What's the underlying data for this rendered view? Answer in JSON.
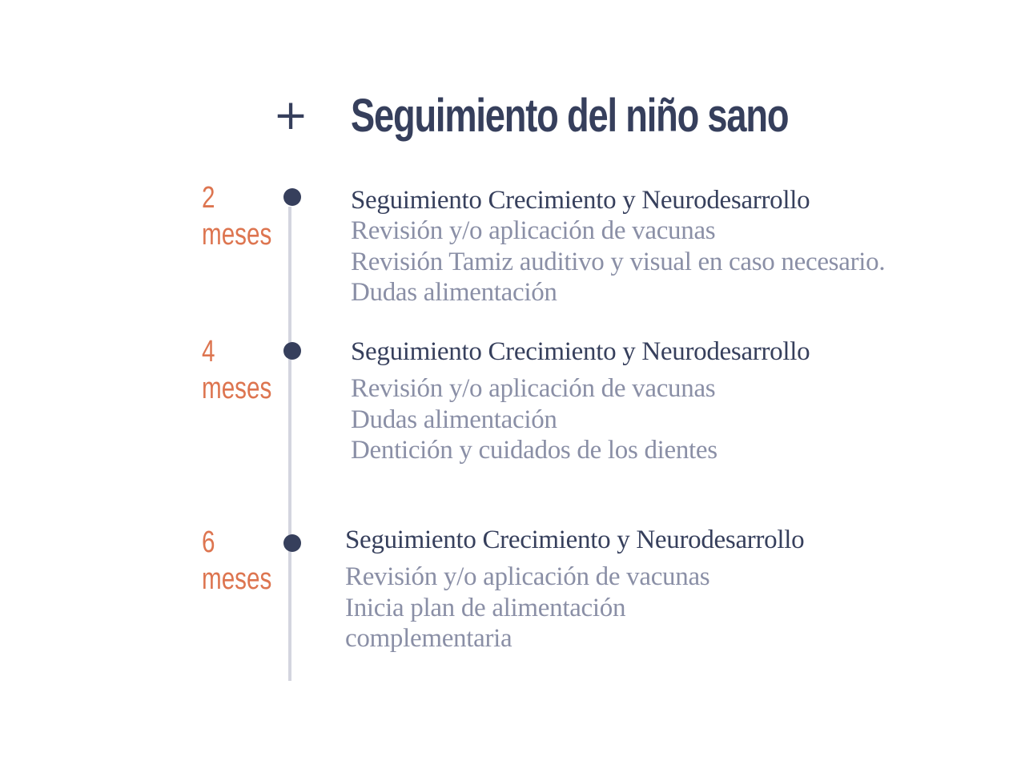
{
  "title": {
    "icon": "plus-icon",
    "text": "Seguimiento del niño sano"
  },
  "colors": {
    "heading": "#363f5c",
    "age": "#dd7550",
    "body": "#8a8fa6",
    "line": "#d4d5df",
    "dot": "#363f5c"
  },
  "timeline": [
    {
      "age_number": "2",
      "age_unit": "meses",
      "heading": "Seguimiento Crecimiento y Neurodesarrollo",
      "items": [
        "Revisión y/o aplicación de vacunas",
        "Revisión Tamiz auditivo y visual en caso necesario.",
        "Dudas alimentación"
      ]
    },
    {
      "age_number": "4",
      "age_unit": "meses",
      "heading": "Seguimiento Crecimiento y Neurodesarrollo",
      "items": [
        "Revisión y/o aplicación de vacunas",
        "Dudas alimentación",
        "Dentición y cuidados de los dientes"
      ]
    },
    {
      "age_number": "6",
      "age_unit": "meses",
      "heading": "Seguimiento Crecimiento y Neurodesarrollo",
      "items": [
        "Revisión y/o aplicación de vacunas",
        "Inicia plan de alimentación",
        "complementaria"
      ]
    }
  ]
}
